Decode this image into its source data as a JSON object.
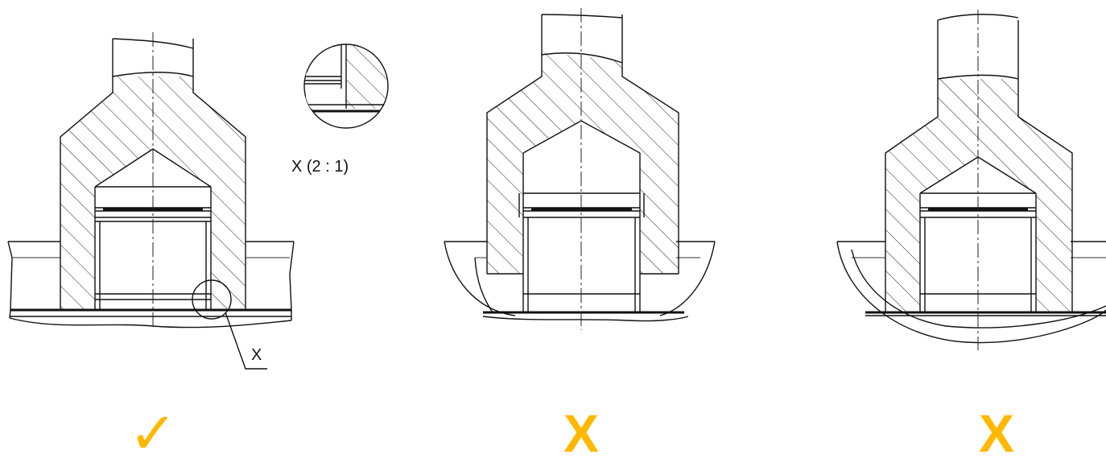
{
  "diagrams": [
    {
      "id": "correct",
      "verdict": "✓",
      "detail_callout": "X",
      "detail_label": "X (2 : 1)"
    },
    {
      "id": "wrong-1",
      "verdict": "X"
    },
    {
      "id": "wrong-2",
      "verdict": "X"
    }
  ],
  "colors": {
    "line": "#111111",
    "mark": "#FFB800",
    "background": "#FFFFFF"
  }
}
